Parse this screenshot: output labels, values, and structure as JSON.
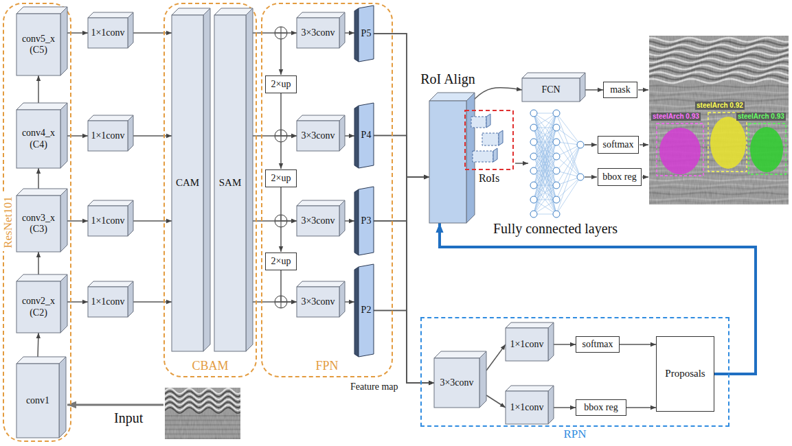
{
  "diagram": {
    "nodes": [
      {
        "text": [
          "ResNet101"
        ]
      },
      {
        "text": [
          "conv5_x (C5)"
        ],
        "in": 0
      },
      {
        "text": [
          "conv4_x (C4)"
        ],
        "in": 0
      },
      {
        "text": [
          "conv3_x (C3)"
        ],
        "in": 0
      },
      {
        "text": [
          "conv2_x (C2)"
        ],
        "in": 0
      },
      {
        "text": [
          "conv1"
        ],
        "in": 0
      },
      {
        "text": [
          "1×1conv"
        ]
      },
      {
        "text": [
          "1×1conv"
        ]
      },
      {
        "text": [
          "1×1conv"
        ]
      },
      {
        "text": [
          "1×1conv"
        ]
      },
      {
        "text": [
          "CBAM"
        ]
      },
      {
        "text": [
          "CAM"
        ],
        "in": 10
      },
      {
        "text": [
          "SAM"
        ],
        "in": 10
      },
      {
        "text": [
          "FPN"
        ]
      },
      {
        "text": [
          "3×3conv"
        ],
        "in": 13
      },
      {
        "text": [
          "2×up"
        ],
        "in": 13
      },
      {
        "text": [
          "3×3conv"
        ],
        "in": 13
      },
      {
        "text": [
          "2×up"
        ],
        "in": 13
      },
      {
        "text": [
          "3×3conv"
        ],
        "in": 13
      },
      {
        "text": [
          "2×up"
        ],
        "in": 13
      },
      {
        "text": [
          "3×3conv"
        ],
        "in": 13
      },
      {
        "text": [
          "P5"
        ],
        "in": 13
      },
      {
        "text": [
          "P4"
        ],
        "in": 13
      },
      {
        "text": [
          "P3"
        ],
        "in": 13
      },
      {
        "text": [
          "P2"
        ],
        "in": 13
      },
      {
        "text": [
          "RoI Align"
        ]
      },
      {
        "text": [
          "RoIs"
        ],
        "in": 25
      },
      {
        "text": [
          "FCN"
        ]
      },
      {
        "text": [
          "mask"
        ]
      },
      {
        "text": [
          "softmax"
        ]
      },
      {
        "text": [
          "bbox reg"
        ]
      },
      {
        "text": [
          "RPN"
        ]
      },
      {
        "text": [
          "3×3conv"
        ],
        "in": 31
      },
      {
        "text": [
          "1×1conv"
        ],
        "in": 31
      },
      {
        "text": [
          "1×1conv"
        ],
        "in": 31
      },
      {
        "text": [
          "softmax"
        ],
        "in": 31
      },
      {
        "text": [
          "bbox reg"
        ],
        "in": 31
      },
      {
        "text": [
          "Proposals"
        ],
        "in": 31
      }
    ],
    "edges": [
      {
        "from": 5,
        "to": 4,
        "arrow": "to"
      },
      {
        "from": 4,
        "to": 3,
        "arrow": "to"
      },
      {
        "from": 3,
        "to": 2,
        "arrow": "to"
      },
      {
        "from": 2,
        "to": 1,
        "arrow": "to"
      },
      {
        "from": 1,
        "to": 6,
        "arrow": "to"
      },
      {
        "from": 2,
        "to": 7,
        "arrow": "to"
      },
      {
        "from": 3,
        "to": 8,
        "arrow": "to"
      },
      {
        "from": 4,
        "to": 9,
        "arrow": "to"
      },
      {
        "from": 6,
        "to": 11,
        "arrow": "to"
      },
      {
        "from": 7,
        "to": 11,
        "arrow": "to"
      },
      {
        "from": 8,
        "to": 11,
        "arrow": "to"
      },
      {
        "from": 9,
        "to": 11,
        "arrow": "to"
      },
      {
        "from": 12,
        "to": 14,
        "arrow": "to"
      },
      {
        "from": 12,
        "to": 16,
        "arrow": "to"
      },
      {
        "from": 12,
        "to": 18,
        "arrow": "to"
      },
      {
        "from": 12,
        "to": 20,
        "arrow": "to"
      },
      {
        "from": 15,
        "to": 16,
        "arrow": "to"
      },
      {
        "from": 17,
        "to": 18,
        "arrow": "to"
      },
      {
        "from": 19,
        "to": 20,
        "arrow": "to"
      },
      {
        "from": 14,
        "to": 21,
        "arrow": "to"
      },
      {
        "from": 16,
        "to": 22,
        "arrow": "to"
      },
      {
        "from": 18,
        "to": 23,
        "arrow": "to"
      },
      {
        "from": 20,
        "to": 24,
        "arrow": "to"
      },
      {
        "from": 21,
        "to": 25,
        "arrow": "to"
      },
      {
        "from": 22,
        "to": 25,
        "arrow": "to"
      },
      {
        "from": 23,
        "to": 25,
        "arrow": "to"
      },
      {
        "from": 24,
        "to": 25,
        "arrow": "to"
      },
      {
        "from": 21,
        "to": 32,
        "arrow": "to"
      },
      {
        "from": 22,
        "to": 32,
        "arrow": "to"
      },
      {
        "from": 23,
        "to": 32,
        "arrow": "to"
      },
      {
        "from": 24,
        "to": 32,
        "arrow": "to"
      },
      {
        "from": 25,
        "to": 27,
        "arrow": "to"
      },
      {
        "from": 27,
        "to": 28,
        "arrow": "to"
      },
      {
        "from": 32,
        "to": 33,
        "arrow": "to"
      },
      {
        "from": 32,
        "to": 34,
        "arrow": "to"
      },
      {
        "from": 33,
        "to": 35,
        "arrow": "to"
      },
      {
        "from": 34,
        "to": 36,
        "arrow": "to"
      },
      {
        "from": 35,
        "to": 37,
        "arrow": "to"
      },
      {
        "from": 36,
        "to": 37,
        "arrow": "to"
      },
      {
        "from": 37,
        "to": 25,
        "arrow": "to"
      }
    ],
    "labels": [
      "Feature map",
      "Fully connected layers",
      "Input",
      "steelArch 0.93",
      "steelArch 0.92",
      "steelArch 0.93"
    ]
  }
}
